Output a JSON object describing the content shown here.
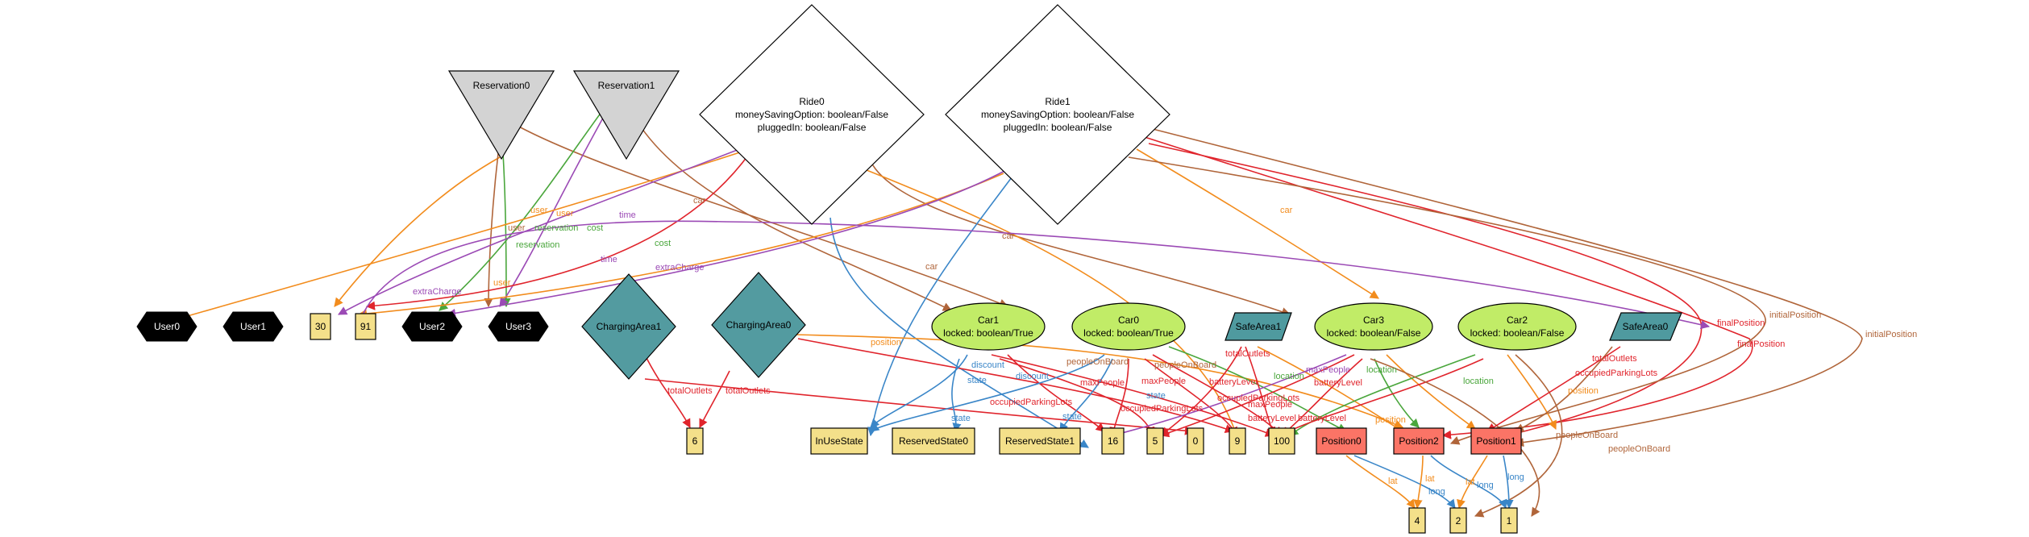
{
  "colors": {
    "reservation": "#d3d3d3",
    "ride": "#ffffff",
    "charging": "#539ba0",
    "safe": "#4f9a9f",
    "car": "#c1ec67",
    "value": "#f4e08a",
    "position": "#fb7466",
    "user": "#000000",
    "edge_orange": "#f28c1d",
    "edge_brown": "#b0653a",
    "edge_purple": "#9b4ab5",
    "edge_red": "#e0242c",
    "edge_green": "#4aa63c",
    "edge_blue": "#3a86c8"
  },
  "nodes": {
    "reservation0": "Reservation0",
    "reservation1": "Reservation1",
    "ride0": {
      "name": "Ride0",
      "attr1": "moneySavingOption: boolean/False",
      "attr2": "pluggedIn: boolean/False"
    },
    "ride1": {
      "name": "Ride1",
      "attr1": "moneySavingOption: boolean/False",
      "attr2": "pluggedIn: boolean/False"
    },
    "user0": "User0",
    "user1": "User1",
    "user2": "User2",
    "user3": "User3",
    "v30": "30",
    "v91": "91",
    "charging1": "ChargingArea1",
    "charging0": "ChargingArea0",
    "car1": {
      "name": "Car1",
      "attr": "locked: boolean/True"
    },
    "car0": {
      "name": "Car0",
      "attr": "locked: boolean/True"
    },
    "car3": {
      "name": "Car3",
      "attr": "locked: boolean/False"
    },
    "car2": {
      "name": "Car2",
      "attr": "locked: boolean/False"
    },
    "safe1": "SafeArea1",
    "safe0": "SafeArea0",
    "v6": "6",
    "inuse": "InUseState",
    "reserved0": "ReservedState0",
    "reserved1": "ReservedState1",
    "v16": "16",
    "v5": "5",
    "v0": "0",
    "v9": "9",
    "v100": "100",
    "position0": "Position0",
    "position2": "Position2",
    "position1": "Position1",
    "v4": "4",
    "v2": "2",
    "v1": "1"
  },
  "edge_labels": {
    "user_a": "user",
    "user_b": "user",
    "user_c": "user",
    "user_d": "user",
    "time_a": "time",
    "time_b": "time",
    "reservation_a": "reservation",
    "reservation_b": "reservation",
    "cost_a": "cost",
    "cost_b": "cost",
    "car_a": "car",
    "car_b": "car",
    "car_c": "car",
    "car_d": "car",
    "extra_a": "extraCharge",
    "extra_b": "extraCharge",
    "totalOutlets_a": "totalOutlets",
    "totalOutlets_b": "totalOutlets",
    "totalOutlets_c": "totalOutlets",
    "totalOutlets_d": "totalOutlets",
    "position_a": "position",
    "position_b": "position",
    "position_c": "position",
    "discount_a": "discount",
    "discount_b": "discount",
    "state_a": "state",
    "state_b": "state",
    "state_c": "state",
    "state_d": "state",
    "peopleOnBoard_a": "peopleOnBoard",
    "peopleOnBoard_b": "peopleOnBoard",
    "peopleOnBoard_c": "peopleOnBoard",
    "peopleOnBoard_d": "peopleOnBoard",
    "maxPeople_a": "maxPeople",
    "maxPeople_b": "maxPeople",
    "maxPeople_c": "maxPeople",
    "maxPeople_d": "maxPeople",
    "occupied_a": "occupiedParkingLots",
    "occupied_b": "occupiedParkingLots",
    "occupied_c": "occupiedParkingLots",
    "occupied_d": "occupiedParkingLots",
    "battery_a": "batteryLevel",
    "battery_b": "batteryLevel",
    "battery_c": "batteryLevel",
    "battery_d": "batteryLevel",
    "location_a": "location",
    "location_b": "location",
    "location_c": "location",
    "finalPosition_a": "finalPosition",
    "finalPosition_b": "finalPosition",
    "initialPosition_a": "initialPosition",
    "initialPosition_b": "initialPosition",
    "lat_a": "lat",
    "lat_b": "lat",
    "lat_c": "lat",
    "long_a": "long",
    "long_b": "long",
    "long_c": "long"
  }
}
